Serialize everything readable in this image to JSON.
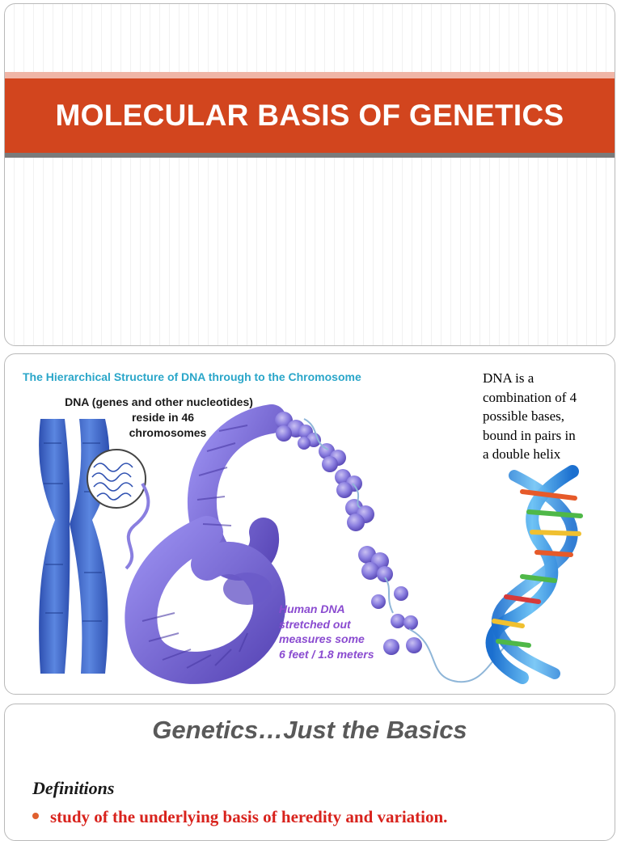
{
  "slide1": {
    "title": "MOLECULAR BASIS OF GENETICS"
  },
  "slide2": {
    "figure_heading": "The Hierarchical Structure of DNA through to the Chromosome",
    "dna_label_lines": [
      "DNA (genes and other nucleotides)",
      "reside in 46",
      "chromosomes"
    ],
    "side_text_lines": [
      "DNA is a",
      "combination of 4",
      "possible bases,",
      "bound in pairs in",
      "a double helix"
    ],
    "human_dna_lines": [
      "Human DNA",
      "stretched out",
      "measures some",
      "6 feet / 1.8 meters"
    ],
    "colors": {
      "heading": "#2aa6c9",
      "chromosome": "#3b5fc0",
      "coil": "#7a6bd0",
      "human_dna_text": "#8a4bd0"
    }
  },
  "slide3": {
    "title": "Genetics…Just the Basics",
    "definitions_label": "Definitions",
    "bullet": "study of the underlying basis of heredity and variation."
  },
  "theme": {
    "accent": "#d2451e",
    "bullet_text": "#d8221c"
  }
}
